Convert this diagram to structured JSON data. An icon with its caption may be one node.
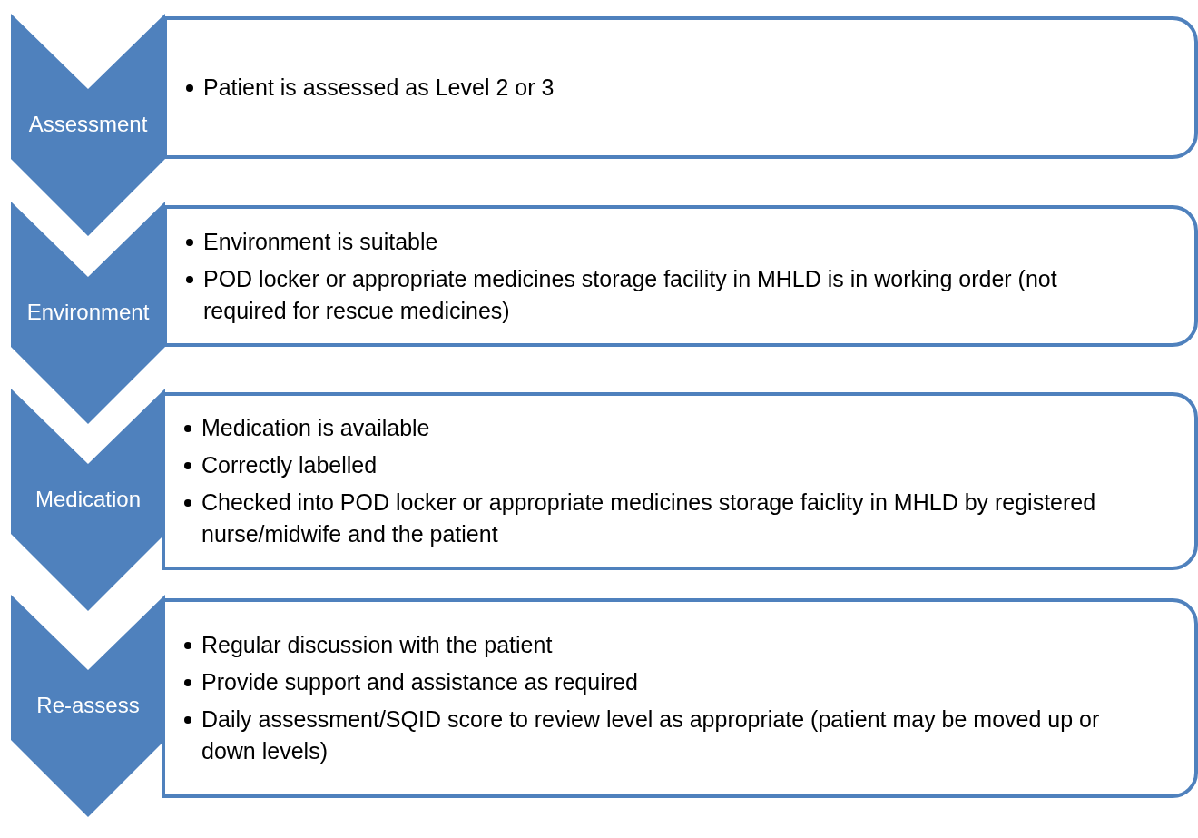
{
  "diagram": {
    "nodes": [
      {
        "text": [
          "Assessment"
        ]
      },
      {
        "text": [
          "Patient is assessed as Level 2 or 3"
        ]
      },
      {
        "text": [
          "Environment"
        ]
      },
      {
        "text": [
          "Environment is suitable",
          "POD locker or appropriate medicines storage facility in MHLD is in working order (not required for rescue medicines)"
        ]
      },
      {
        "text": [
          "Medication"
        ]
      },
      {
        "text": [
          "Medication is available",
          "Correctly labelled",
          "Checked into POD locker or appropriate medicines storage faiclity in MHLD by registered nurse/midwife and the patient"
        ]
      },
      {
        "text": [
          "Re-assess"
        ]
      },
      {
        "text": [
          "Regular discussion with the patient",
          "Provide support and assistance as required",
          "Daily assessment/SQID score to review level as appropriate (patient may be moved up or down levels)"
        ]
      }
    ]
  }
}
